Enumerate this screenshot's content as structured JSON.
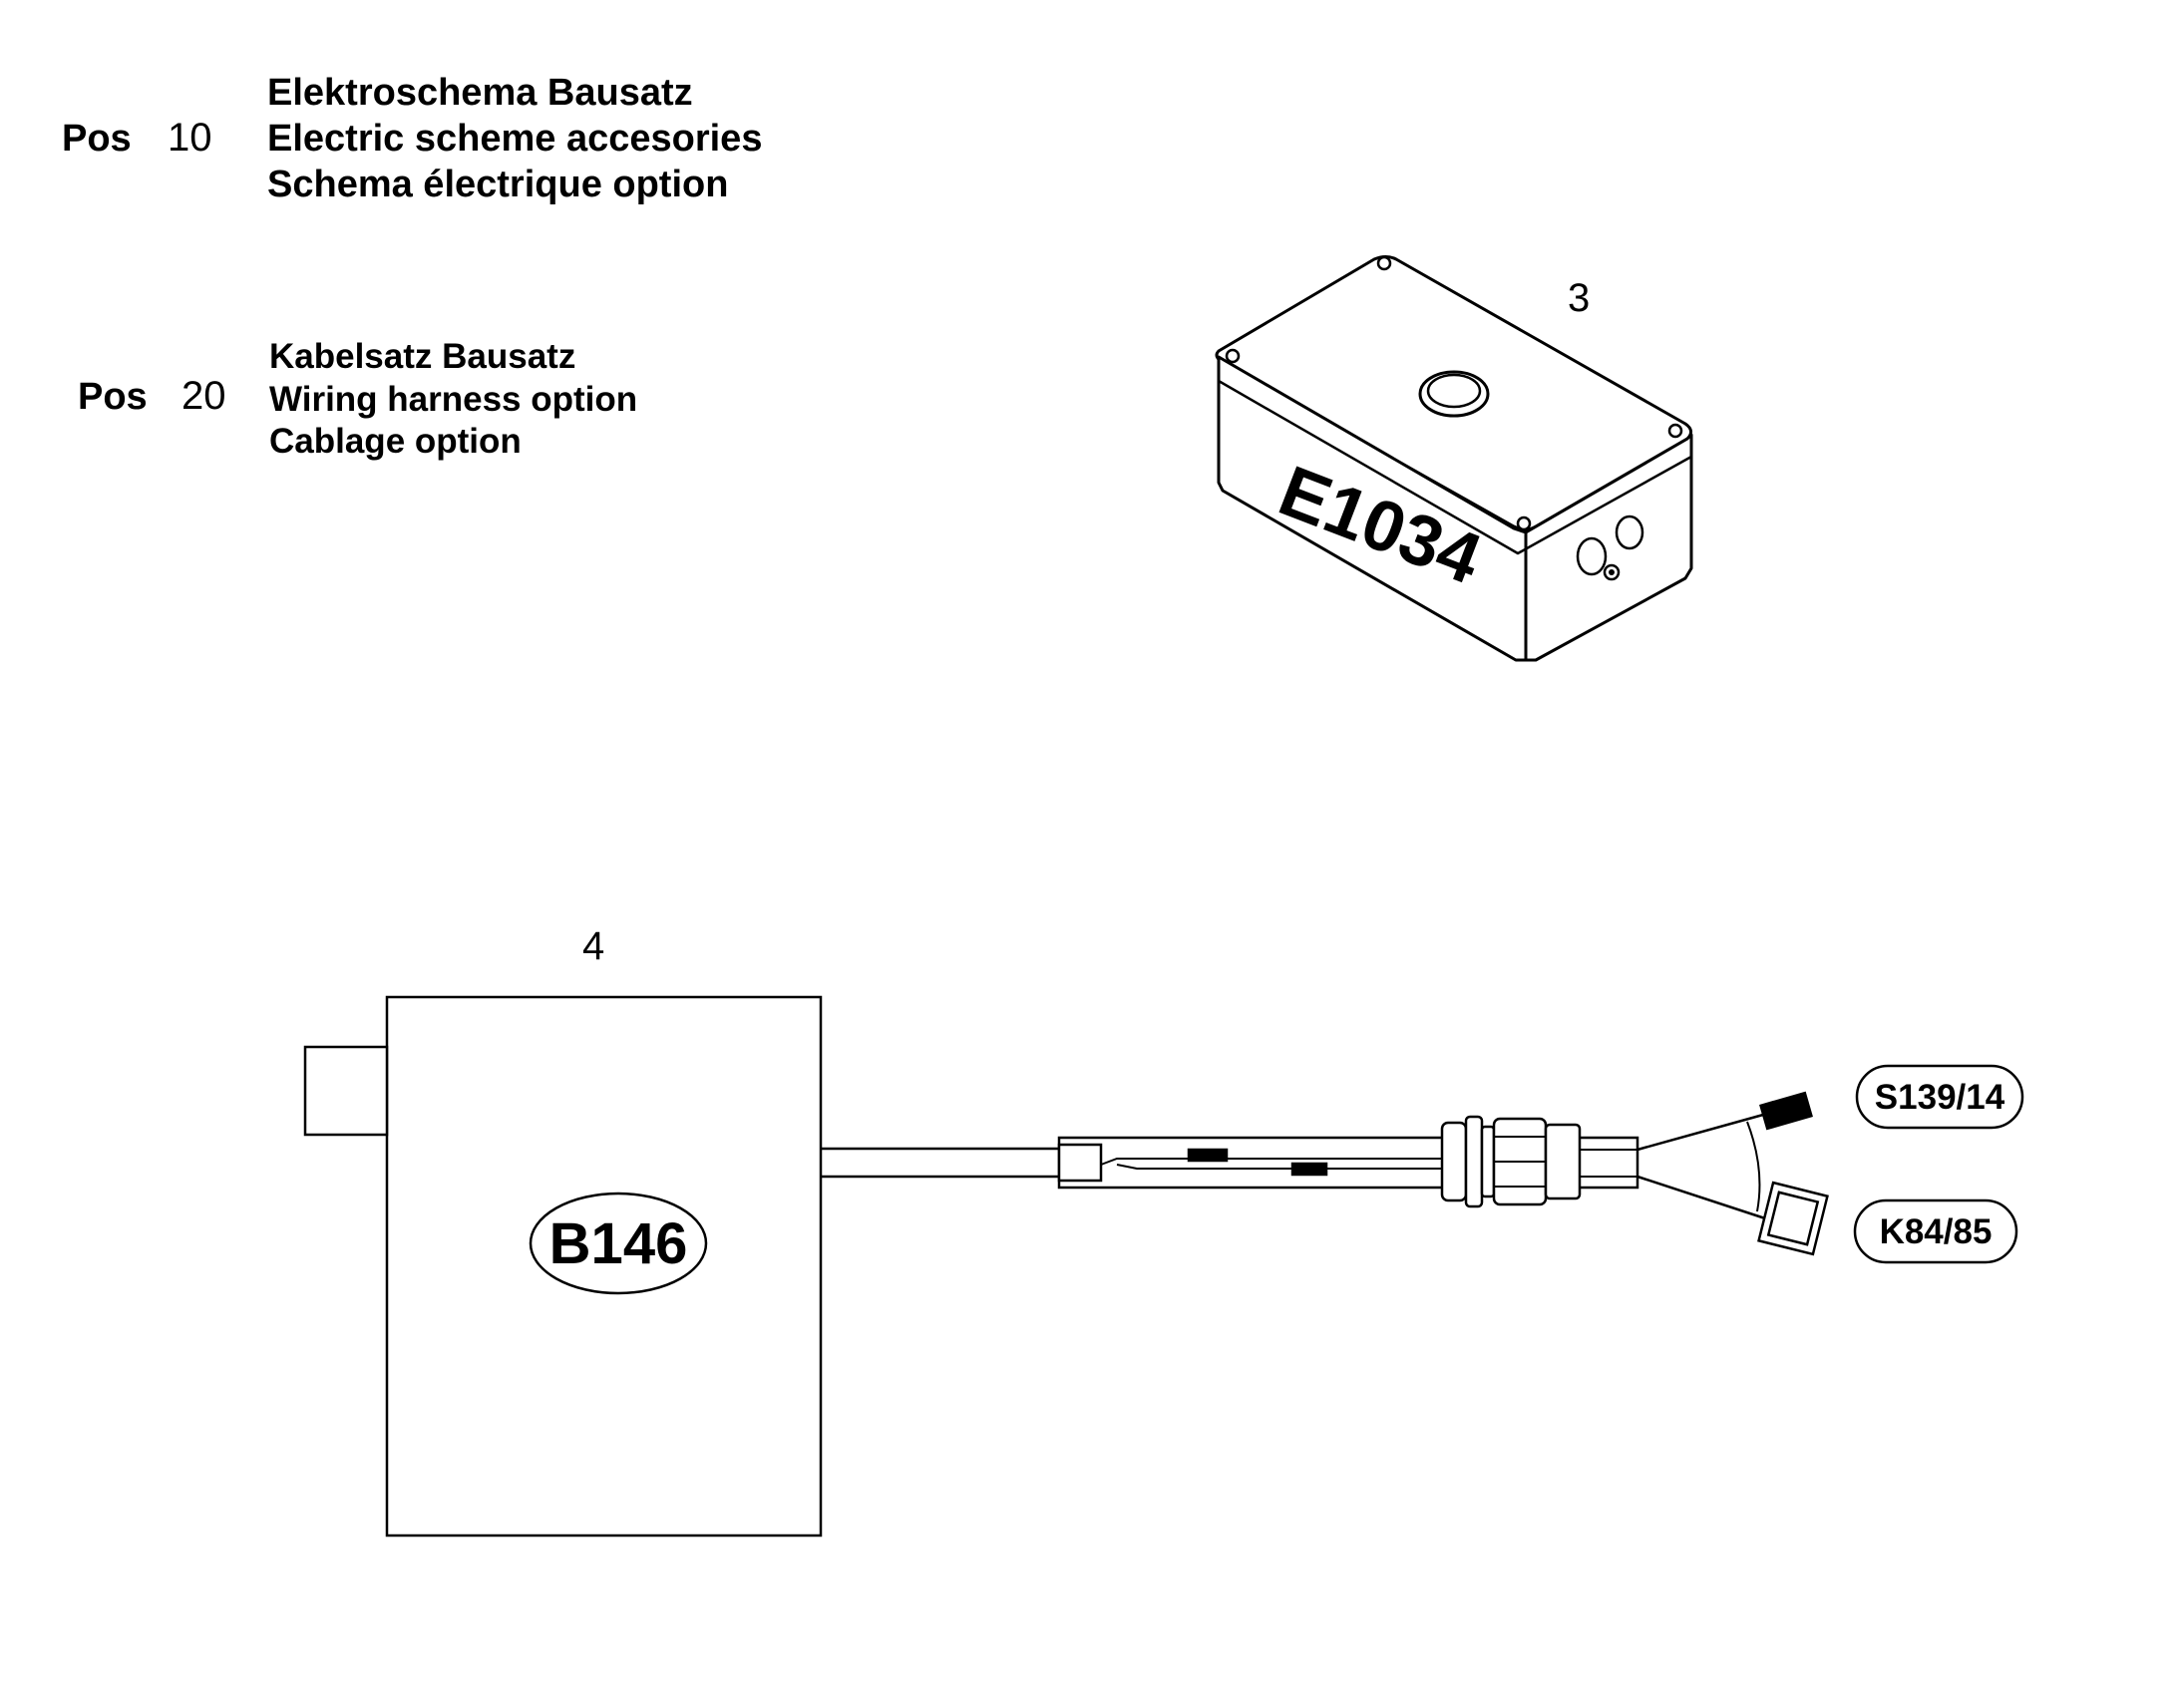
{
  "header": {
    "pos_label": "Pos",
    "block10": {
      "number": "10",
      "lines": [
        "Elektroschema Bausatz",
        "Electric scheme accesories",
        "Schema électrique option"
      ]
    },
    "block20": {
      "number": "20",
      "lines": [
        "Kabelsatz Bausatz",
        "Wiring harness option",
        "Cablage option"
      ]
    }
  },
  "parts": {
    "box": {
      "callout": "3",
      "label": "E1034"
    },
    "sensor": {
      "callout": "4",
      "label": "B146"
    },
    "connectors": [
      "S139/14",
      "K84/85"
    ]
  }
}
